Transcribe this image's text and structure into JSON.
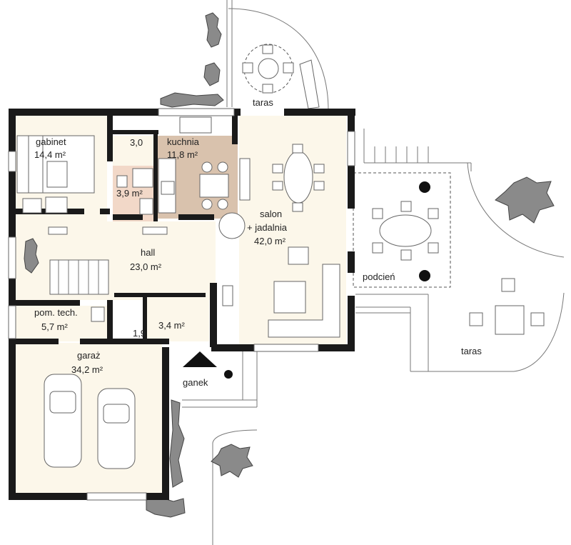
{
  "colors": {
    "floor": "#fcf7ea",
    "kitchen": "#d9c2ad",
    "bathroom": "#f2d8c8",
    "wall": "#1a1a1a"
  },
  "rooms": {
    "gabinet": {
      "name": "gabinet",
      "area": "14,4 m²"
    },
    "storage": {
      "area": "3,0"
    },
    "kuchnia": {
      "name": "kuchnia",
      "area": "11,8 m²"
    },
    "bathroom": {
      "area": "3,9 m²"
    },
    "salon": {
      "name_line1": "salon",
      "name_line2": "+ jadalnia",
      "area": "42,0 m²"
    },
    "hall": {
      "name": "hall",
      "area": "23,0 m²"
    },
    "pom_tech": {
      "name": "pom. tech.",
      "area": "5,7 m²"
    },
    "small_room": {
      "area": "3,4 m²"
    },
    "wc": {
      "area": "1,9"
    },
    "garaz": {
      "name": "garaż",
      "area": "34,2 m²"
    }
  },
  "outdoor": {
    "taras_top": "taras",
    "taras_right": "taras",
    "podcien": "podcień",
    "ganek": "ganek"
  }
}
